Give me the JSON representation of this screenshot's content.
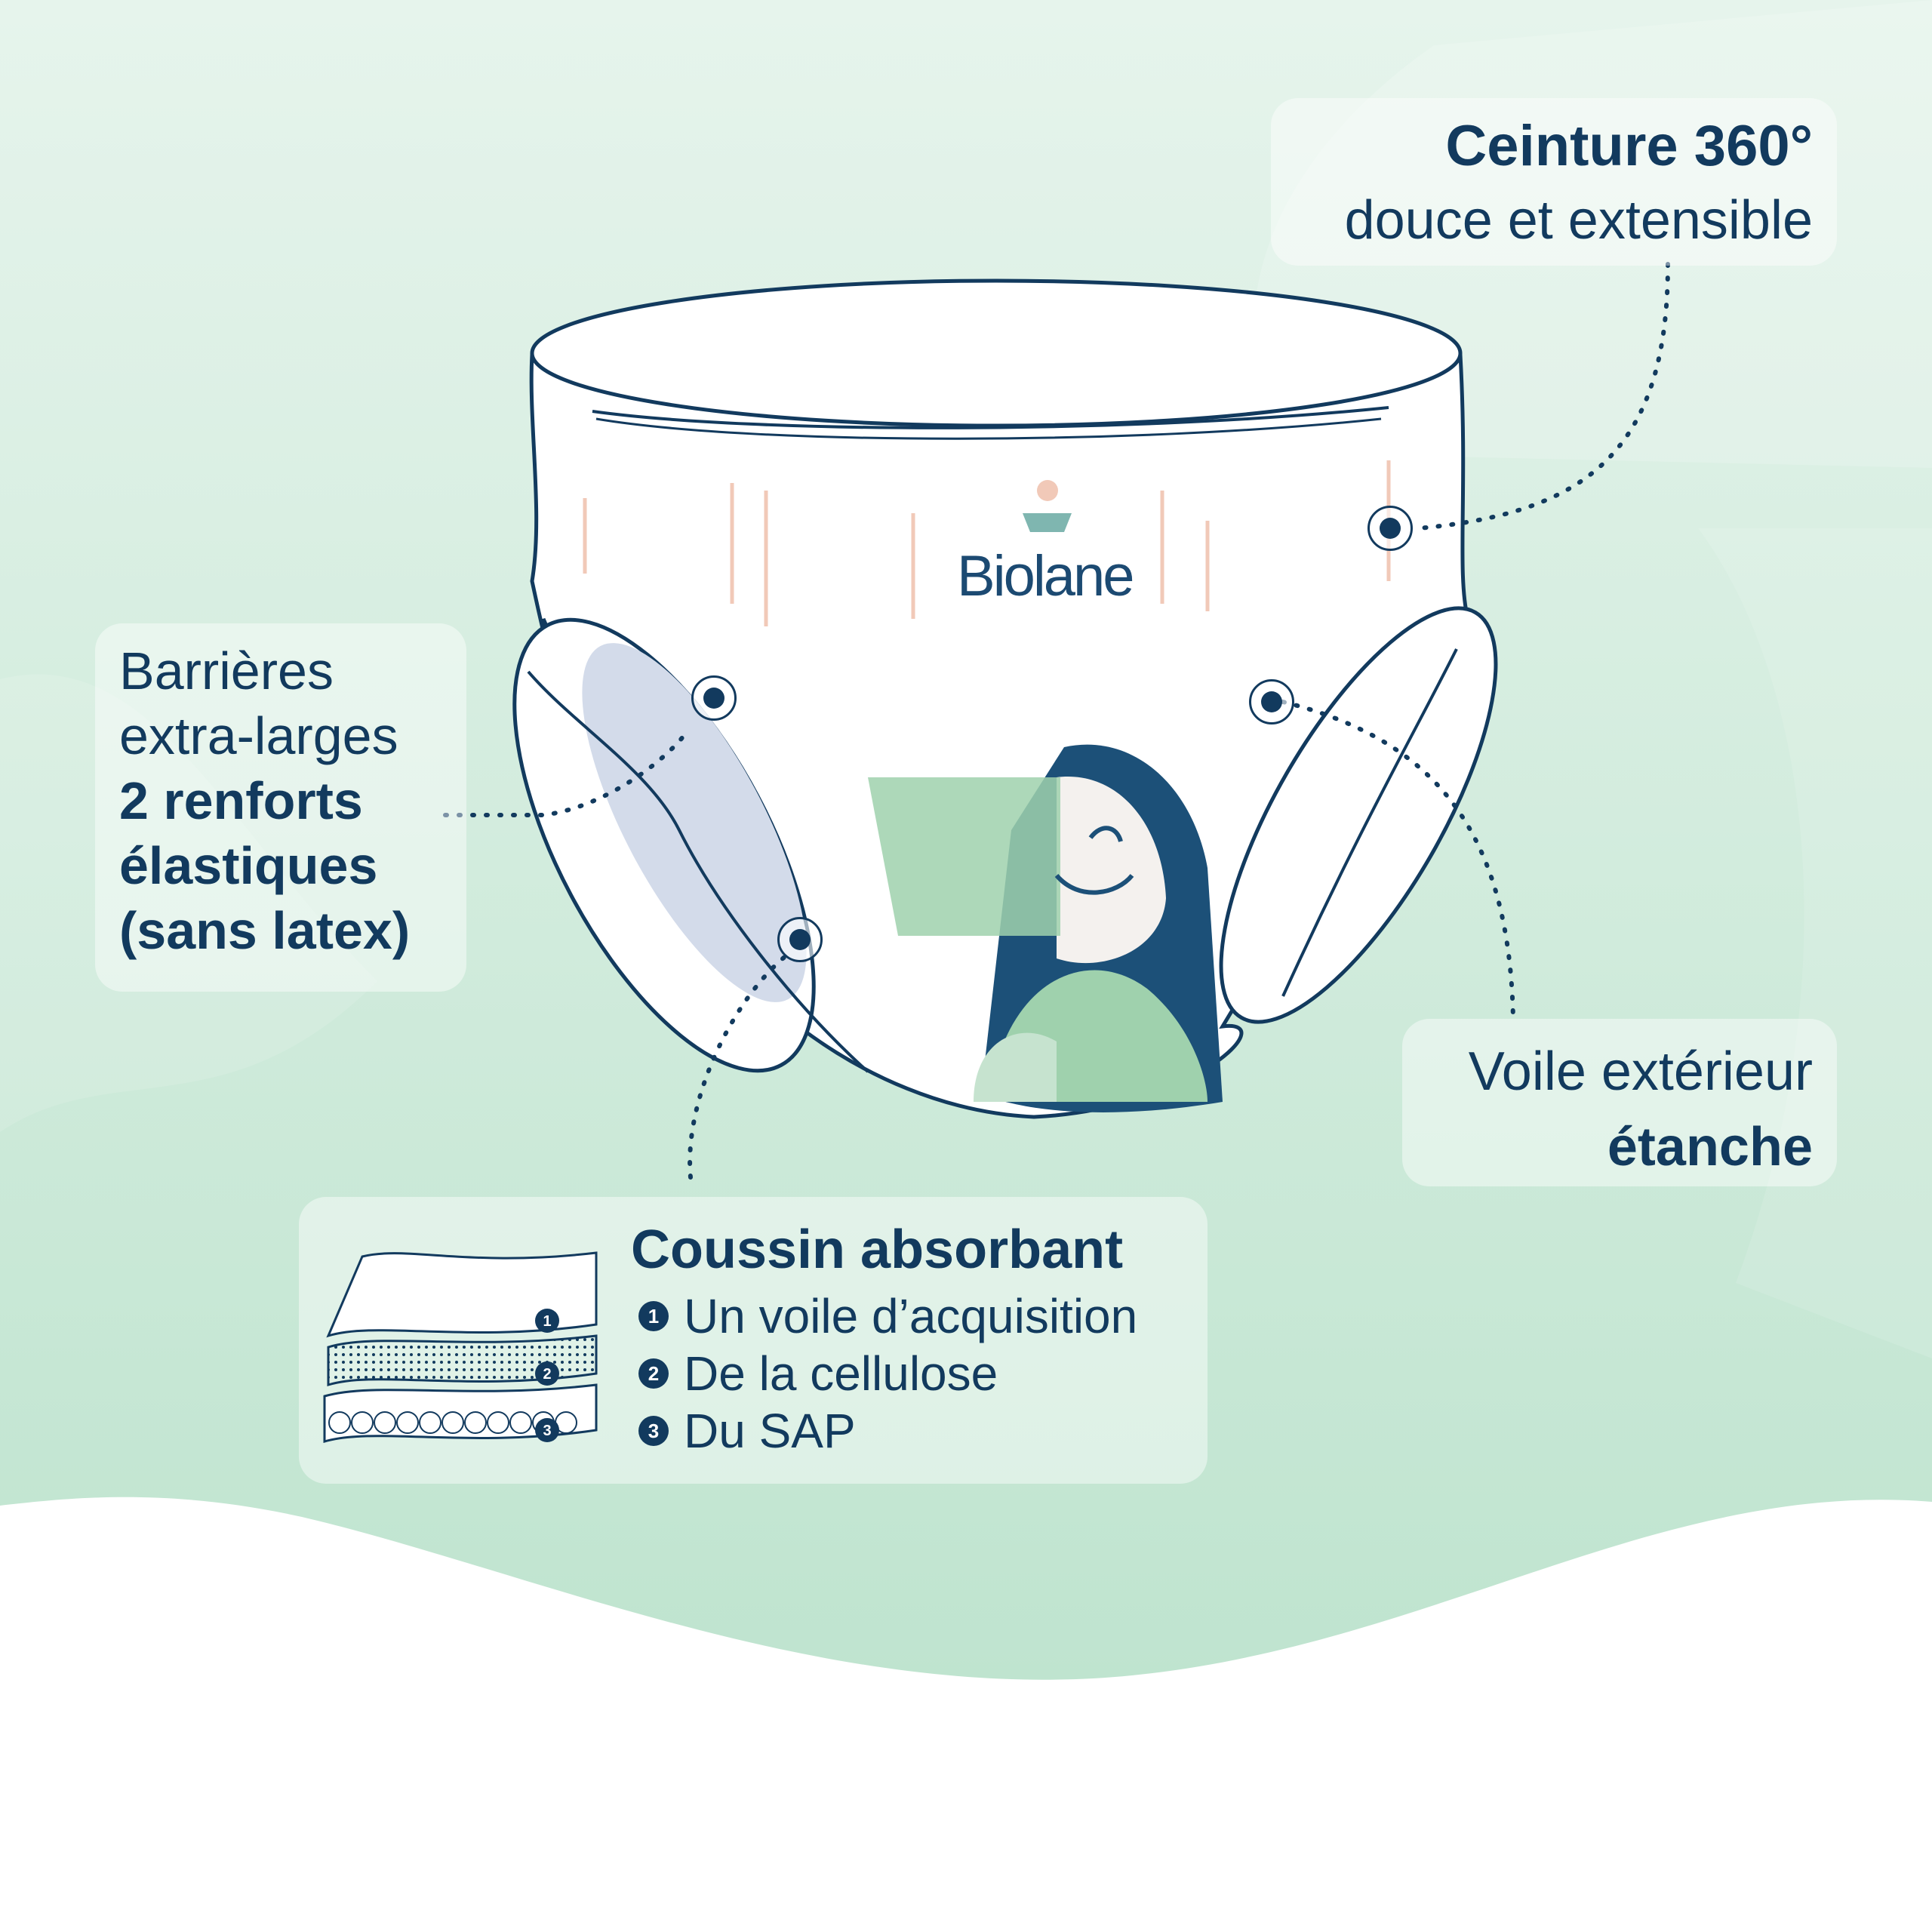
{
  "brand": "Biolane",
  "colors": {
    "navy": "#123a5e",
    "mint": "#c8e8d8",
    "peach": "#f1c9b8",
    "lavender": "#d3dbea"
  },
  "ceinture": {
    "title": "Ceinture 360°",
    "subtitle": "douce et extensible"
  },
  "barrieres": {
    "line1": "Barrières",
    "line2": "extra-larges",
    "line3": "2 renforts",
    "line4": "élastiques",
    "line5": "(sans latex)"
  },
  "voile": {
    "line1": "Voile extérieur",
    "line2": "étanche"
  },
  "coussin": {
    "title": "Coussin absorbant",
    "items": [
      {
        "num": "1",
        "label": "Un voile d’acquisition"
      },
      {
        "num": "2",
        "label": "De la cellulose"
      },
      {
        "num": "3",
        "label": "Du SAP"
      }
    ]
  }
}
